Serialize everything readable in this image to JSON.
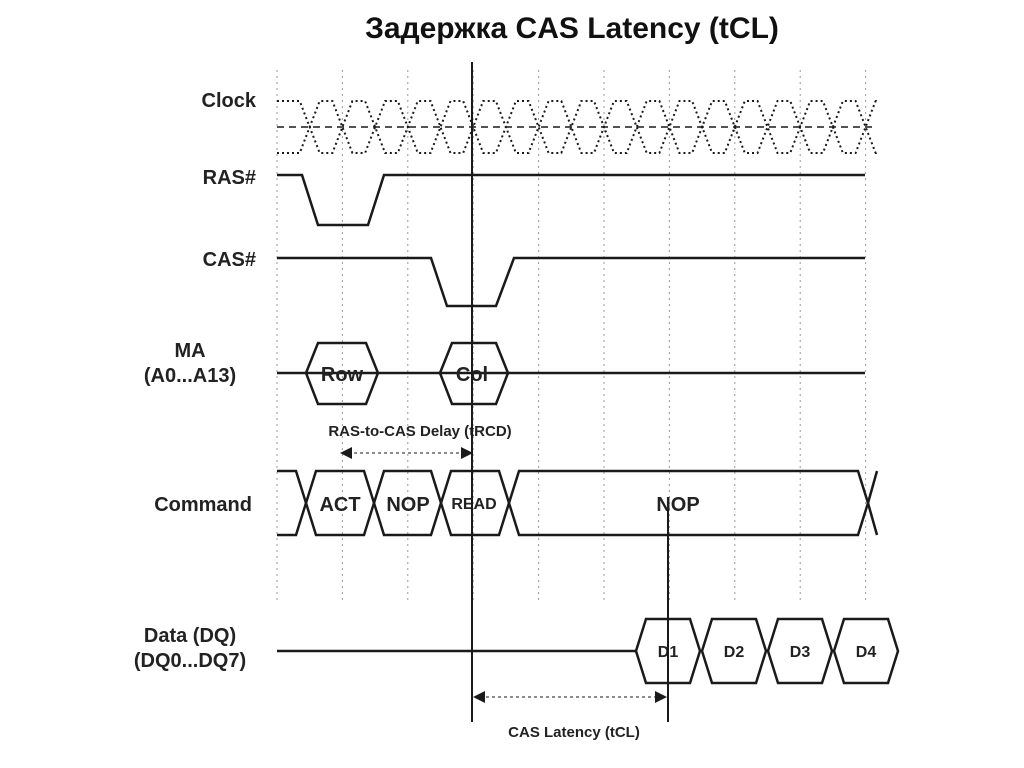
{
  "title": "Задержка CAS Latency (tCL)",
  "signals": {
    "clock": "Clock",
    "ras": "RAS#",
    "cas": "CAS#",
    "ma_line1": "MA",
    "ma_line2": "(A0...A13)",
    "command": "Command",
    "data_line1": "Data (DQ)",
    "data_line2": "(DQ0...DQ7)"
  },
  "address": {
    "row": "Row",
    "col": "Col"
  },
  "commands": {
    "act": "ACT",
    "nop1": "NOP",
    "read": "READ",
    "nop2": "NOP"
  },
  "data_words": [
    "D1",
    "D2",
    "D3",
    "D4"
  ],
  "annotations": {
    "trcd": "RAS-to-CAS Delay (tRCD)",
    "tcl": "CAS Latency (tCL)"
  },
  "colors": {
    "row_act_fill": "#f4aaa6",
    "col_read_data_fill": "#a8d8f2",
    "nop_fill": "#e3e3e3",
    "line": "#1a1a1a"
  }
}
